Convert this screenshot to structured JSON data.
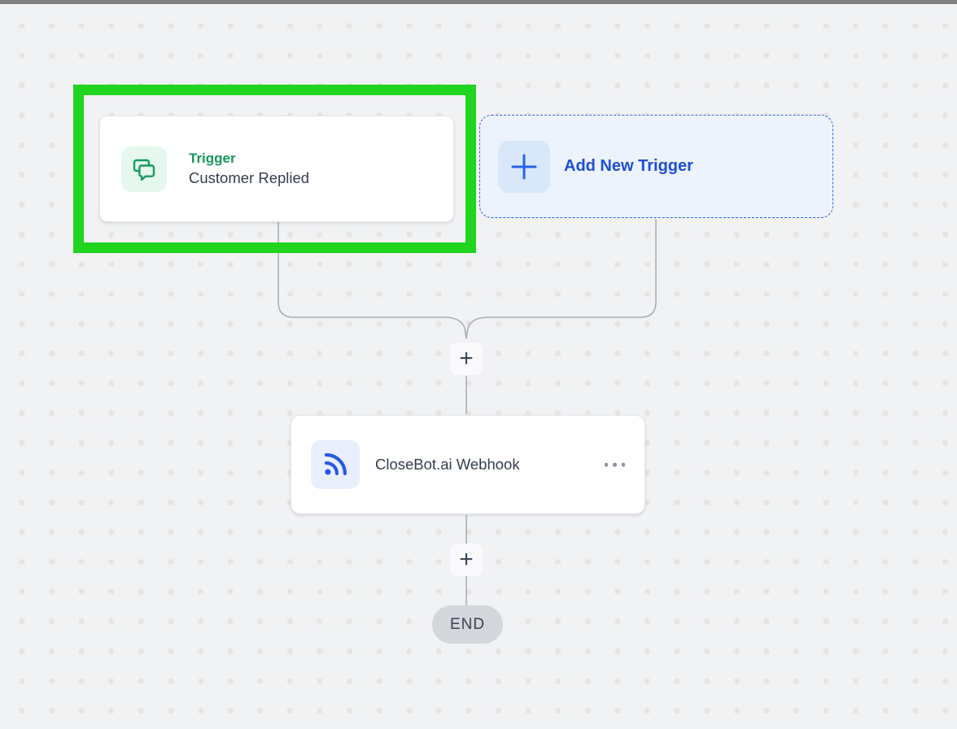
{
  "canvas": {
    "background_color": "#f1f2f4",
    "dot_color": "#e7e5e2",
    "connector_color": "#a9aeb6",
    "top_bar_color": "#828282"
  },
  "annotation": {
    "type": "highlight-rectangle",
    "color": "#20d420"
  },
  "nodes": {
    "trigger": {
      "label": "Trigger",
      "sublabel": "Customer Replied",
      "icon": "chat-bubbles-icon",
      "label_color": "#16975a",
      "tile_color": "#e6f7ee"
    },
    "add_trigger": {
      "label": "Add New Trigger",
      "icon": "plus-icon",
      "label_color": "#1d4fd7",
      "border_color": "#2b63e9",
      "background_color": "#edf3fc"
    },
    "webhook": {
      "label": "CloseBot.ai Webhook",
      "icon": "rss-webhook-icon",
      "menu_icon": "ellipsis-icon",
      "tile_color": "#e9effc",
      "icon_color": "#2458e8"
    },
    "end": {
      "label": "END",
      "background_color": "#d3d6db"
    }
  },
  "connectors": {
    "merge_plus": "+",
    "end_plus": "+"
  }
}
